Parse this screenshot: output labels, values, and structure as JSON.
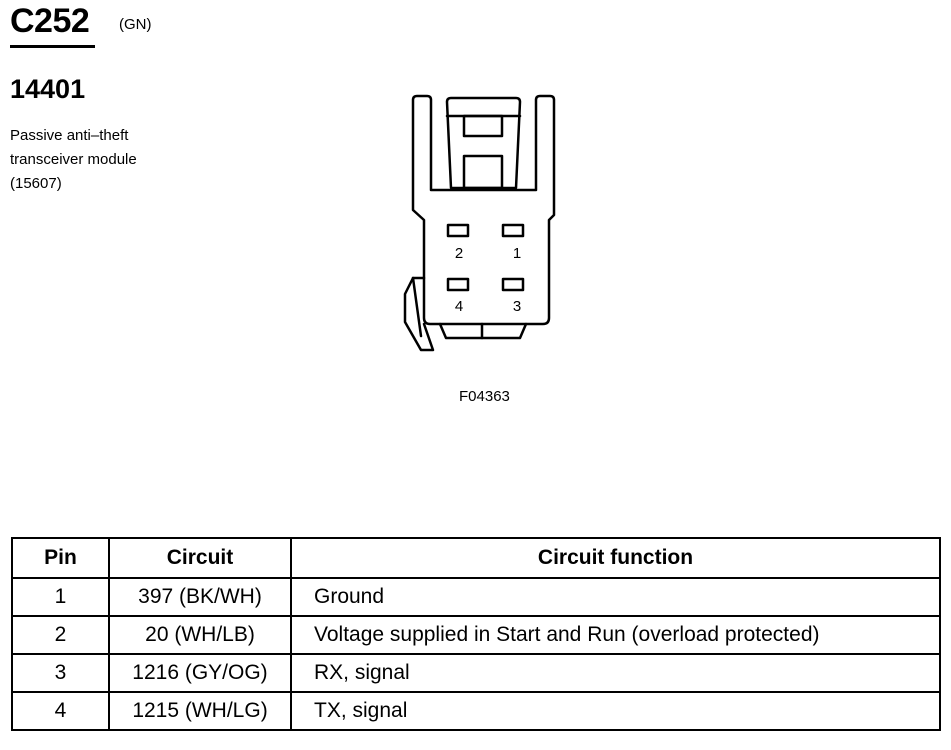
{
  "header": {
    "connector_id": "C252",
    "connector_color": "(GN)",
    "part_number": "14401",
    "description_lines": [
      "Passive anti–theft",
      "transceiver module",
      "(15607)"
    ]
  },
  "figure": {
    "code": "F04363",
    "pin_labels": [
      "2",
      "1",
      "4",
      "3"
    ]
  },
  "table": {
    "headers": [
      "Pin",
      "Circuit",
      "Circuit function"
    ],
    "rows": [
      {
        "pin": "1",
        "circuit": "397 (BK/WH)",
        "function": "Ground"
      },
      {
        "pin": "2",
        "circuit": "20 (WH/LB)",
        "function": "Voltage supplied in Start and Run (overload protected)"
      },
      {
        "pin": "3",
        "circuit": "1216 (GY/OG)",
        "function": "RX, signal"
      },
      {
        "pin": "4",
        "circuit": "1215 (WH/LG)",
        "function": "TX, signal"
      }
    ]
  }
}
